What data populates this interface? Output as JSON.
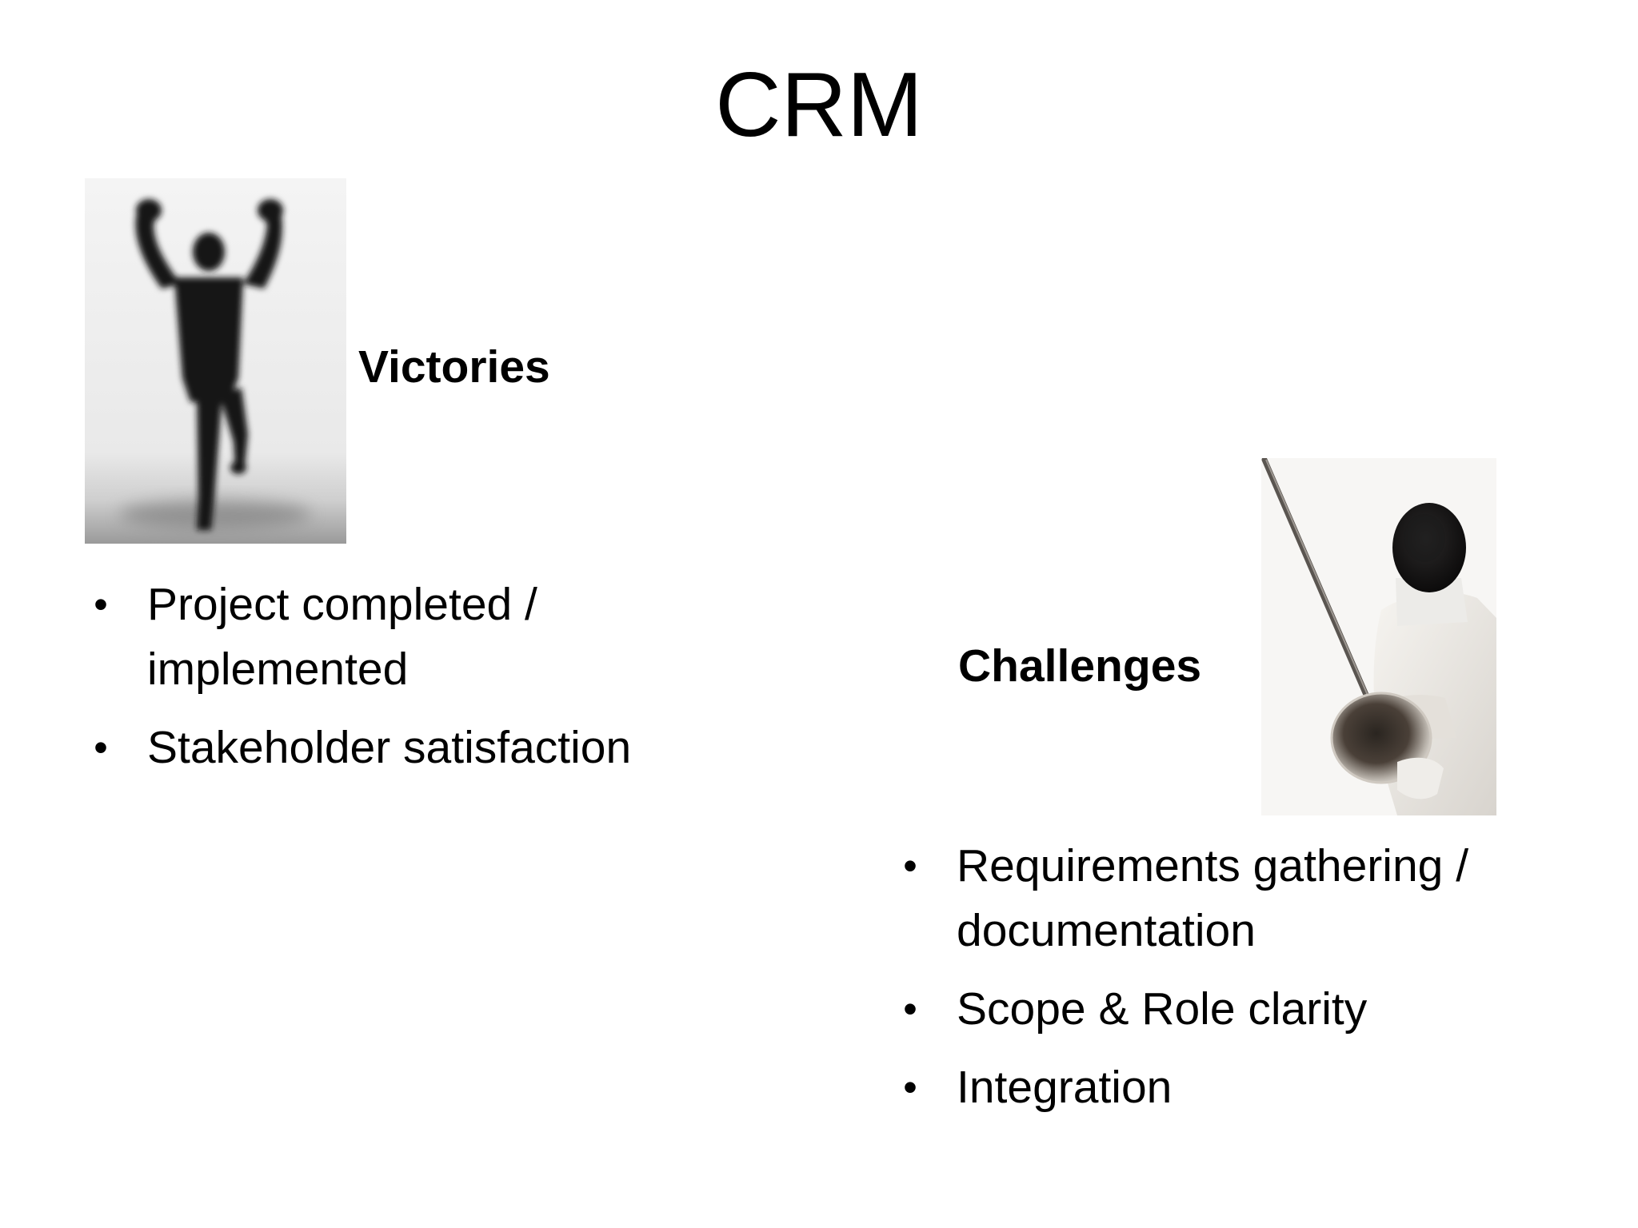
{
  "slide": {
    "title": "CRM",
    "victories": {
      "heading": "Victories",
      "bullets": [
        {
          "marker": "•",
          "text": "Project completed / implemented"
        },
        {
          "marker": "•",
          "text": "Stakeholder satisfaction"
        }
      ]
    },
    "challenges": {
      "heading": "Challenges",
      "bullets": [
        {
          "marker": "•",
          "text": "Requirements gathering / documentation"
        },
        {
          "marker": "•",
          "text": "Scope & Role clarity"
        },
        {
          "marker": "•",
          "text": "Integration"
        }
      ]
    }
  }
}
